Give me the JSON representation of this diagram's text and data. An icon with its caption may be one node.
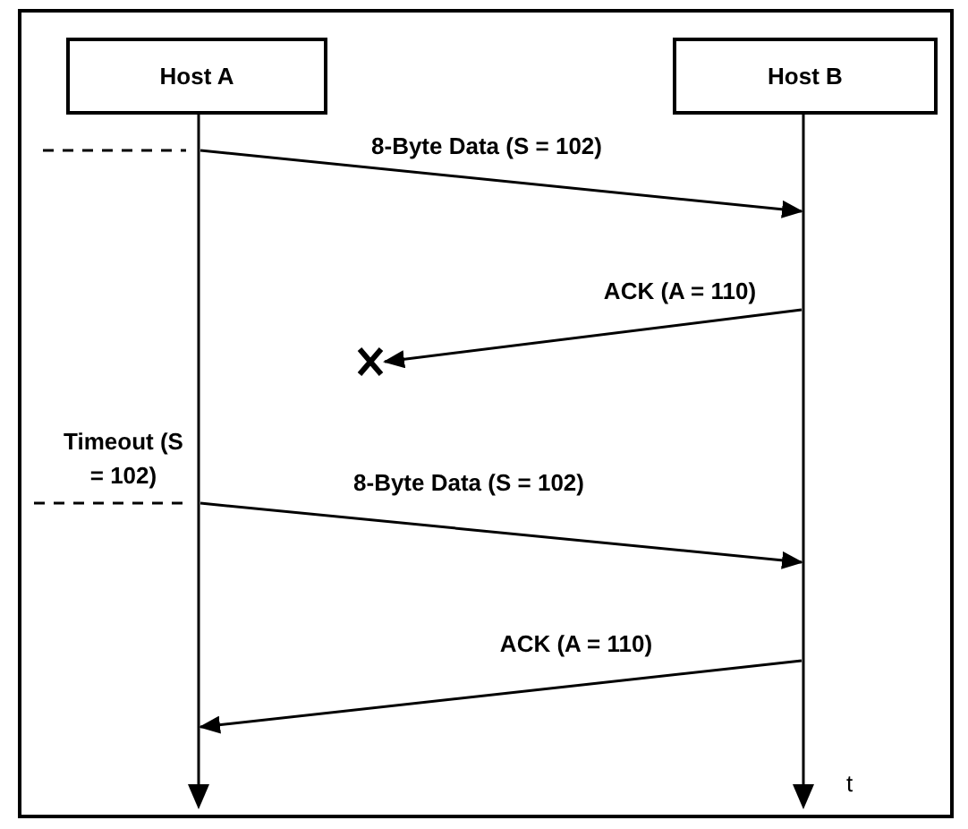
{
  "diagram": {
    "nodes": [
      {
        "text": [
          "Host A"
        ]
      },
      {
        "text": [
          "Host B"
        ]
      },
      {
        "text": [],
        "shape": "bar"
      },
      {
        "text": [],
        "shape": "bar"
      },
      {
        "text": [],
        "shape": "cross"
      }
    ],
    "edges": [
      {
        "from": 2,
        "to": 3,
        "arrow": "to",
        "label": "8-Byte Data (S = 102)"
      },
      {
        "from": 3,
        "to": 4,
        "arrow": "to",
        "label": "ACK (A = 110)"
      },
      {
        "from": 2,
        "to": 3,
        "arrow": "to",
        "label": "8-Byte Data (S = 102)"
      },
      {
        "from": 3,
        "to": 2,
        "arrow": "to",
        "label": "ACK (A = 110)"
      }
    ],
    "labels": [
      "Timeout (S = 102)",
      "t"
    ]
  }
}
